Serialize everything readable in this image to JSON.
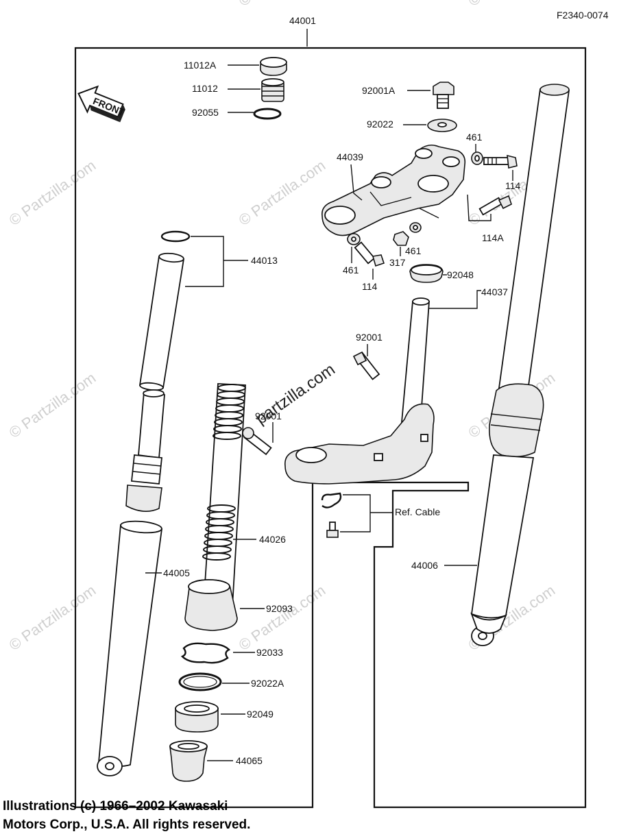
{
  "diagram": {
    "figure_id": "F2340-0074",
    "front_label": "FRONT",
    "watermark": "© Partzilla.com",
    "watermark_center": "partzilla.com",
    "labels": {
      "p44001": "44001",
      "p11012A": "11012A",
      "p11012": "11012",
      "p92055": "92055",
      "p92001A": "92001A",
      "p92022": "92022",
      "p461a": "461",
      "p44039": "44039",
      "p114a": "114",
      "p114A": "114A",
      "p44013": "44013",
      "p461b": "461",
      "p317": "317",
      "p461c": "461",
      "p114b": "114",
      "p92048": "92048",
      "p44037": "44037",
      "p92001": "92001",
      "p92001b": "92001",
      "refcable": "Ref.  Cable",
      "p44026": "44026",
      "p44005": "44005",
      "p44006": "44006",
      "p92093": "92093",
      "p92033": "92033",
      "p92022A": "92022A",
      "p92049": "92049",
      "p44065": "44065"
    }
  },
  "copyright": {
    "line1": "Illustrations (c) 1966–2002 Kawasaki",
    "line2": "Motors Corp., U.S.A.  All rights reserved."
  }
}
